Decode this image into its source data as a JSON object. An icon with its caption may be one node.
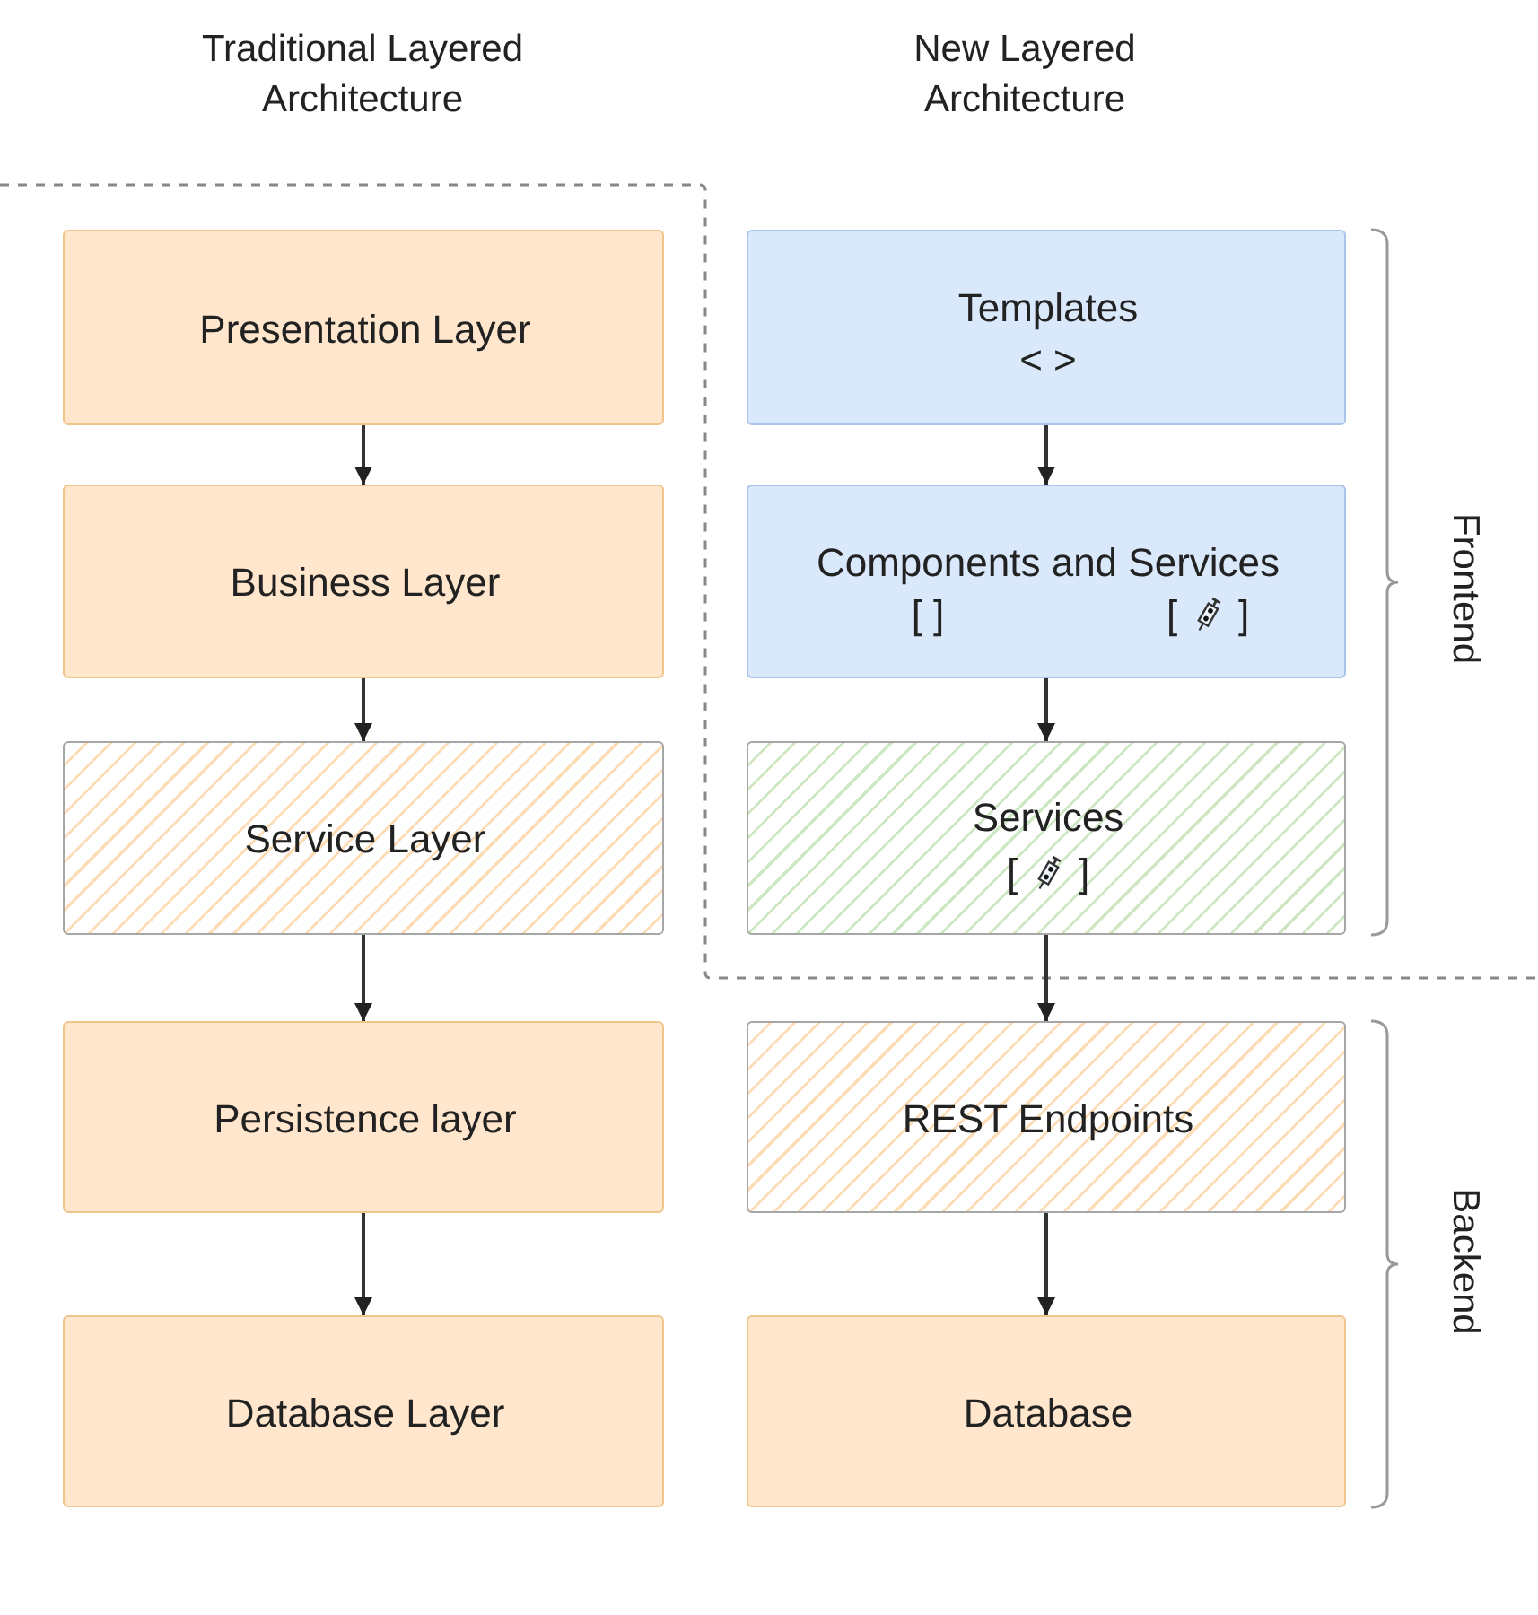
{
  "diagram": {
    "nodes": [
      {
        "text": [
          "Presentation Layer"
        ]
      },
      {
        "text": [
          "Business Layer"
        ]
      },
      {
        "text": [
          "Service Layer"
        ]
      },
      {
        "text": [
          "Persistence layer"
        ]
      },
      {
        "text": [
          "Database Layer"
        ]
      },
      {
        "text": [
          "Templates",
          "< >"
        ]
      },
      {
        "text": [
          "Components and Services",
          "[ ]",
          "[",
          "]"
        ]
      },
      {
        "text": [
          "Services",
          "[",
          "]"
        ]
      },
      {
        "text": [
          "REST Endpoints"
        ]
      },
      {
        "text": [
          "Database"
        ]
      }
    ],
    "edges": [
      {
        "from": 0,
        "to": 1,
        "arrow": "to"
      },
      {
        "from": 1,
        "to": 2,
        "arrow": "to"
      },
      {
        "from": 2,
        "to": 3,
        "arrow": "to"
      },
      {
        "from": 3,
        "to": 4,
        "arrow": "to"
      },
      {
        "from": 5,
        "to": 6,
        "arrow": "to"
      },
      {
        "from": 6,
        "to": 7,
        "arrow": "to"
      },
      {
        "from": 7,
        "to": 8,
        "arrow": "to"
      },
      {
        "from": 8,
        "to": 9,
        "arrow": "to"
      }
    ],
    "labels": [
      "Traditional Layered Architecture",
      "New Layered Architecture",
      "Frontend",
      "Backend"
    ]
  }
}
